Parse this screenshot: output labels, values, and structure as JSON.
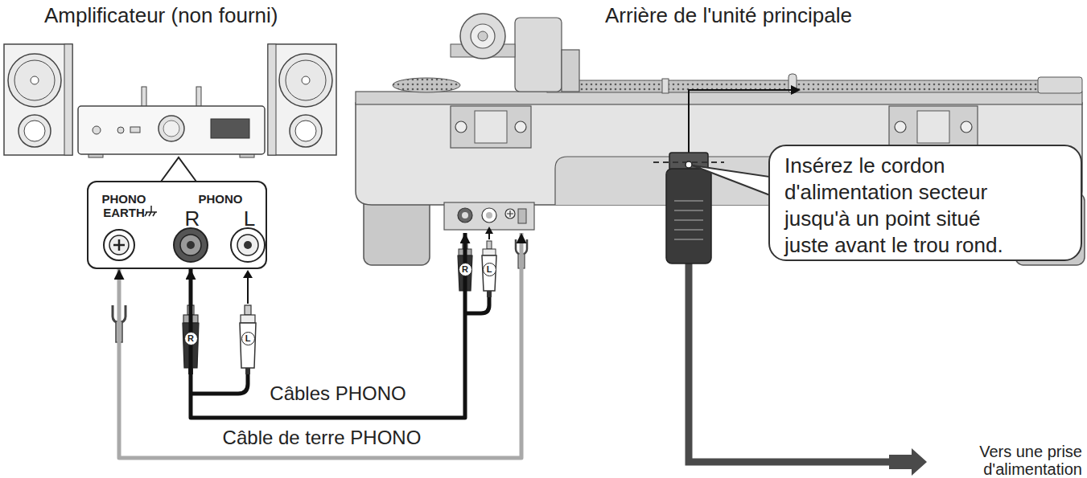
{
  "diagram": {
    "nodes": [
      {
        "text": [
          "Amplificateur (non fourni)"
        ]
      },
      {
        "text": [
          "PHONO EARTH",
          "PHONO",
          "R",
          "L"
        ]
      },
      {
        "text": [
          "Arrière de l'unité principale"
        ]
      },
      {
        "text": [
          "Insérez le cordon d'alimentation secteur jusqu'à un point situé juste avant le trou rond."
        ]
      }
    ],
    "edges": [
      {
        "from": 1,
        "to": 2,
        "arrow": "both",
        "label": "Câbles PHONO"
      },
      {
        "from": 1,
        "to": 2,
        "arrow": "both",
        "label": "Câble de terre PHONO"
      }
    ],
    "labels": [
      "R",
      "L",
      "R",
      "L",
      "Vers une prise d'alimentation"
    ]
  }
}
